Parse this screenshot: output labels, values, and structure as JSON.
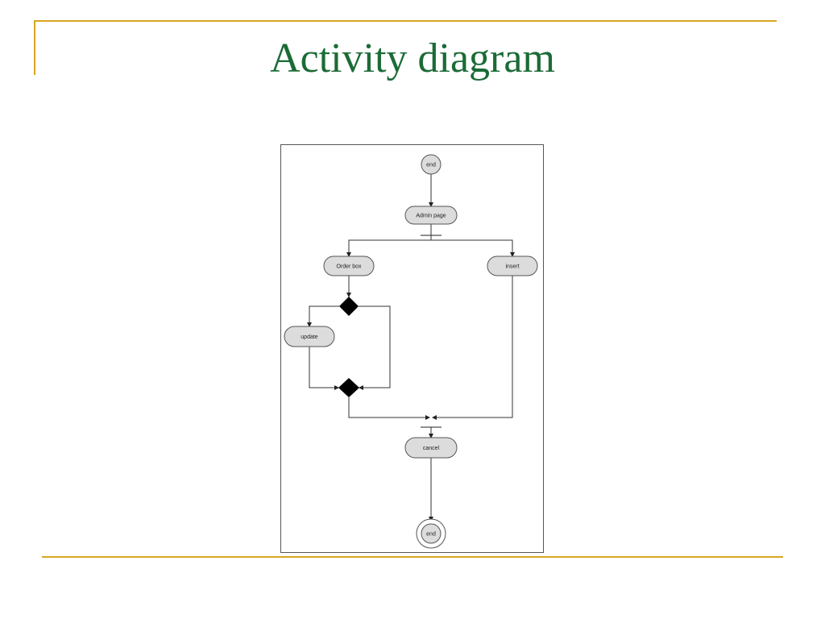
{
  "slide": {
    "title": "Activity diagram"
  },
  "diagram": {
    "nodes": {
      "start": "end",
      "admin_page": "Admin page",
      "order_box": "Order box",
      "insert": "insert",
      "update": "update",
      "cancel": "cancel",
      "end": "end"
    }
  },
  "colors": {
    "accent": "#daa520",
    "title": "#1b6b36",
    "node_fill": "#dcdcdc",
    "line": "#333333"
  }
}
